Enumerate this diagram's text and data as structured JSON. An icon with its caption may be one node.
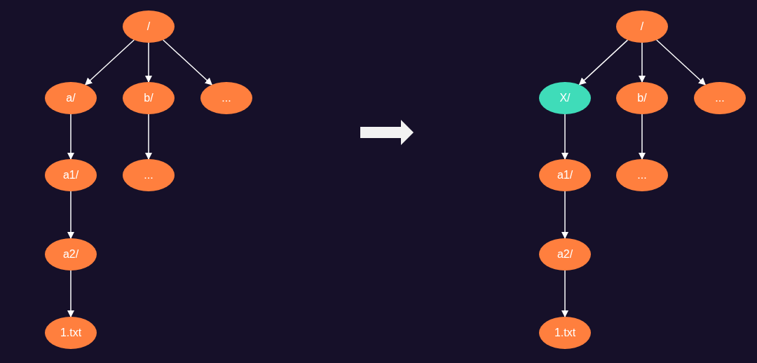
{
  "diagram": {
    "nodes": [
      {
        "text": [
          "/"
        ]
      },
      {
        "text": [
          "a/"
        ]
      },
      {
        "text": [
          "b/"
        ]
      },
      {
        "text": [
          "..."
        ]
      },
      {
        "text": [
          "a1/"
        ]
      },
      {
        "text": [
          "..."
        ]
      },
      {
        "text": [
          "a2/"
        ]
      },
      {
        "text": [
          "1.txt"
        ]
      },
      {
        "text": [
          "/"
        ]
      },
      {
        "text": [
          "X/"
        ]
      },
      {
        "text": [
          "b/"
        ]
      },
      {
        "text": [
          "..."
        ]
      },
      {
        "text": [
          "a1/"
        ]
      },
      {
        "text": [
          "..."
        ]
      },
      {
        "text": [
          "a2/"
        ]
      },
      {
        "text": [
          "1.txt"
        ]
      }
    ],
    "edges": [
      {
        "from": 0,
        "to": 1,
        "arrow": "to"
      },
      {
        "from": 0,
        "to": 2,
        "arrow": "to"
      },
      {
        "from": 0,
        "to": 3,
        "arrow": "to"
      },
      {
        "from": 1,
        "to": 4,
        "arrow": "to"
      },
      {
        "from": 2,
        "to": 5,
        "arrow": "to"
      },
      {
        "from": 4,
        "to": 6,
        "arrow": "to"
      },
      {
        "from": 6,
        "to": 7,
        "arrow": "to"
      },
      {
        "from": 8,
        "to": 9,
        "arrow": "to"
      },
      {
        "from": 8,
        "to": 10,
        "arrow": "to"
      },
      {
        "from": 8,
        "to": 11,
        "arrow": "to"
      },
      {
        "from": 9,
        "to": 12,
        "arrow": "to"
      },
      {
        "from": 10,
        "to": 13,
        "arrow": "to"
      },
      {
        "from": 12,
        "to": 14,
        "arrow": "to"
      },
      {
        "from": 14,
        "to": 15,
        "arrow": "to"
      }
    ]
  }
}
